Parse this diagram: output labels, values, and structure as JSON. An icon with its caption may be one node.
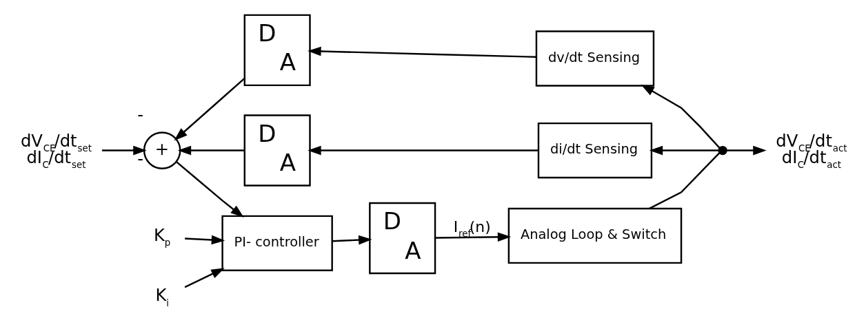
{
  "diagram": {
    "nodes": [
      {
        "text": [
          "dV$_{CE}$/dt$_{set}$",
          "dI$_{C}$/dt$_{set}$"
        ]
      },
      {
        "text": [
          "+"
        ],
        "beside": [
          "-",
          "-"
        ]
      },
      {
        "text": [
          "PI- controller"
        ]
      },
      {
        "text": [
          "D",
          "A"
        ]
      },
      {
        "text": [
          "Analog Loop & Switch"
        ]
      },
      {
        "text": [],
        "shape": "circle"
      },
      {
        "text": [
          "dV$_{CE}$/dt$_{act}$",
          "dI$_{C}$/dt$_{act}$"
        ]
      },
      {
        "text": [
          "dv/dt Sensing"
        ]
      },
      {
        "text": [
          "D",
          "A"
        ]
      },
      {
        "text": [
          "di/dt Sensing"
        ]
      },
      {
        "text": [
          "D",
          "A"
        ]
      },
      {
        "text": [
          "K$_{p}$"
        ]
      },
      {
        "text": [
          "K$_{i}$"
        ]
      }
    ],
    "edges": [
      {
        "from": 0,
        "to": 1,
        "arrow": "to"
      },
      {
        "from": 1,
        "to": 2,
        "arrow": "to"
      },
      {
        "from": 2,
        "to": 3,
        "arrow": "to"
      },
      {
        "from": 3,
        "to": 4,
        "arrow": "to",
        "label": "I$_{ref}$(n)"
      },
      {
        "from": 4,
        "to": 5,
        "arrow": "none"
      },
      {
        "from": 5,
        "to": 6,
        "arrow": "to"
      },
      {
        "from": 5,
        "to": 7,
        "arrow": "to"
      },
      {
        "from": 7,
        "to": 8,
        "arrow": "to"
      },
      {
        "from": 8,
        "to": 1,
        "arrow": "to"
      },
      {
        "from": 5,
        "to": 9,
        "arrow": "to"
      },
      {
        "from": 9,
        "to": 10,
        "arrow": "to"
      },
      {
        "from": 10,
        "to": 1,
        "arrow": "to"
      },
      {
        "from": 11,
        "to": 2,
        "arrow": "to"
      },
      {
        "from": 12,
        "to": 2,
        "arrow": "to"
      }
    ]
  }
}
